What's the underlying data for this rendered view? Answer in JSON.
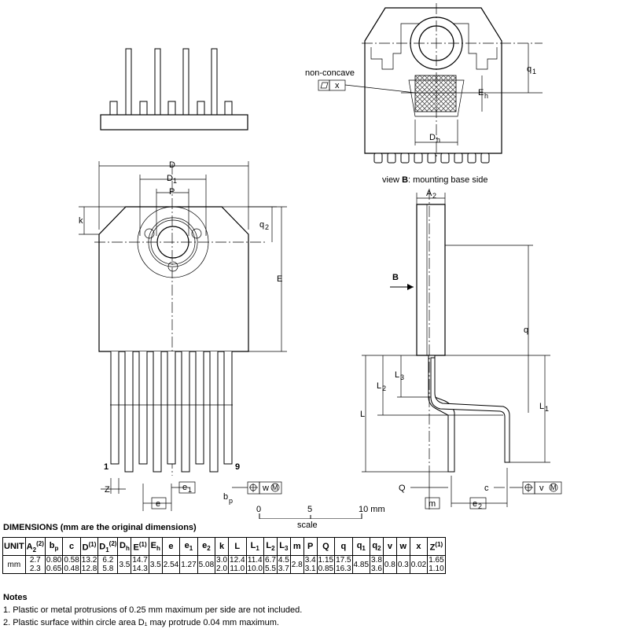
{
  "labels": {
    "non_concave": "non-concave",
    "x": "x",
    "Eh": "E",
    "Eh_sub": "h",
    "Dh": "D",
    "Dh_sub": "h",
    "q1": "q",
    "q1_sub": "1",
    "view_b_bold": "B",
    "view_b_prefix": "view ",
    "view_b_suffix": ": mounting base side",
    "D": "D",
    "D1": "D",
    "D1_sub": "1",
    "P": "P",
    "k": "k",
    "q2": "q",
    "q2_sub": "2",
    "E": "E",
    "A2": "A",
    "A2_sub": "2",
    "B": "B",
    "q": "q",
    "L": "L",
    "L1": "L",
    "L1_sub": "1",
    "L2": "L",
    "L2_sub": "2",
    "L3": "L",
    "L3_sub": "3",
    "pin1": "1",
    "pin9": "9",
    "Z": "Z",
    "e": "e",
    "e1": "e",
    "e1_sub": "1",
    "bp": "b",
    "bp_sub": "p",
    "w_box": "w",
    "M": "M",
    "Q": "Q",
    "m": "m",
    "e2": "e",
    "e2_sub": "2",
    "c": "c",
    "v_box": "v",
    "scale_0": "0",
    "scale_5": "5",
    "scale_10": "10 mm",
    "scale": "scale"
  },
  "dimensions_title": "DIMENSIONS (mm are the original dimensions)",
  "table": {
    "header": [
      {
        "main": "UNIT",
        "sub": "",
        "sup": ""
      },
      {
        "main": "A",
        "sub": "2",
        "sup": "(2)"
      },
      {
        "main": "b",
        "sub": "p",
        "sup": ""
      },
      {
        "main": "c",
        "sub": "",
        "sup": ""
      },
      {
        "main": "D",
        "sub": "",
        "sup": "(1)"
      },
      {
        "main": "D",
        "sub": "1",
        "sup": "(2)"
      },
      {
        "main": "D",
        "sub": "h",
        "sup": ""
      },
      {
        "main": "E",
        "sub": "",
        "sup": "(1)"
      },
      {
        "main": "E",
        "sub": "h",
        "sup": ""
      },
      {
        "main": "e",
        "sub": "",
        "sup": ""
      },
      {
        "main": "e",
        "sub": "1",
        "sup": ""
      },
      {
        "main": "e",
        "sub": "2",
        "sup": ""
      },
      {
        "main": "k",
        "sub": "",
        "sup": ""
      },
      {
        "main": "L",
        "sub": "",
        "sup": ""
      },
      {
        "main": "L",
        "sub": "1",
        "sup": ""
      },
      {
        "main": "L",
        "sub": "2",
        "sup": ""
      },
      {
        "main": "L",
        "sub": "3",
        "sup": ""
      },
      {
        "main": "m",
        "sub": "",
        "sup": ""
      },
      {
        "main": "P",
        "sub": "",
        "sup": ""
      },
      {
        "main": "Q",
        "sub": "",
        "sup": ""
      },
      {
        "main": "q",
        "sub": "",
        "sup": ""
      },
      {
        "main": "q",
        "sub": "1",
        "sup": ""
      },
      {
        "main": "q",
        "sub": "2",
        "sup": ""
      },
      {
        "main": "v",
        "sub": "",
        "sup": ""
      },
      {
        "main": "w",
        "sub": "",
        "sup": ""
      },
      {
        "main": "x",
        "sub": "",
        "sup": ""
      },
      {
        "main": "Z",
        "sub": "",
        "sup": "(1)"
      }
    ],
    "row": [
      "mm",
      "2.7\n2.3",
      "0.80\n0.65",
      "0.58\n0.48",
      "13.2\n12.8",
      "6.2\n5.8",
      "3.5",
      "14.7\n14.3",
      "3.5",
      "2.54",
      "1.27",
      "5.08",
      "3.0\n2.0",
      "12.4\n11.0",
      "11.4\n10.0",
      "6.7\n5.5",
      "4.5\n3.7",
      "2.8",
      "3.4\n3.1",
      "1.15\n0.85",
      "17.5\n16.3",
      "4.85",
      "3.8\n3.6",
      "0.8",
      "0.3",
      "0.02",
      "1.65\n1.10"
    ]
  },
  "notes": {
    "title": "Notes",
    "items": [
      "1. Plastic or metal protrusions of 0.25 mm maximum per side are not included.",
      "2. Plastic surface within circle area D₁ may protrude 0.04 mm maximum."
    ]
  }
}
